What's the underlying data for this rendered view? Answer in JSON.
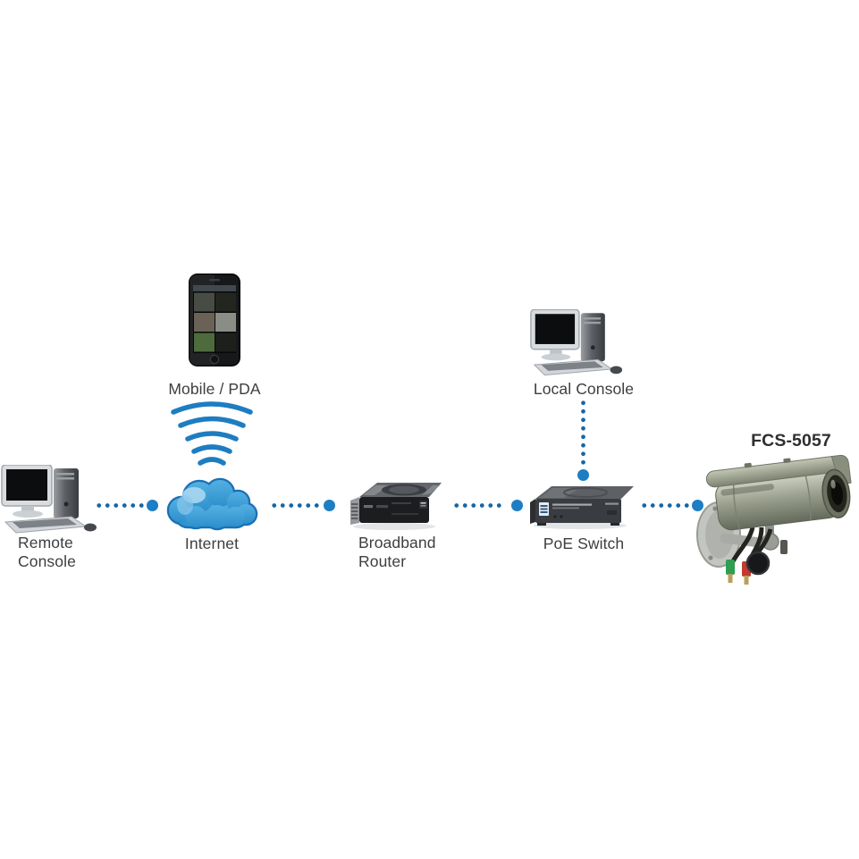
{
  "diagram": {
    "type": "network-topology",
    "product_model": "FCS-5057",
    "nodes": [
      {
        "id": "remote-console",
        "label": "Remote Console",
        "icon": "desktop-computer-icon"
      },
      {
        "id": "internet",
        "label": "Internet",
        "icon": "cloud-icon"
      },
      {
        "id": "mobile-pda",
        "label": "Mobile / PDA",
        "icon": "smartphone-icon"
      },
      {
        "id": "broadband-router",
        "label": "Broadband Router",
        "icon": "router-icon"
      },
      {
        "id": "local-console",
        "label": "Local Console",
        "icon": "desktop-computer-icon"
      },
      {
        "id": "poe-switch",
        "label": "PoE Switch",
        "icon": "poe-switch-icon"
      },
      {
        "id": "ip-camera",
        "label": "FCS-5057",
        "icon": "bullet-camera-icon"
      }
    ],
    "connections": [
      {
        "from": "remote-console",
        "to": "internet",
        "style": "dotted-line"
      },
      {
        "from": "internet",
        "to": "broadband-router",
        "style": "dotted-line"
      },
      {
        "from": "mobile-pda",
        "to": "internet",
        "style": "wireless-arcs"
      },
      {
        "from": "broadband-router",
        "to": "poe-switch",
        "style": "dotted-line"
      },
      {
        "from": "local-console",
        "to": "poe-switch",
        "style": "dotted-line"
      },
      {
        "from": "poe-switch",
        "to": "ip-camera",
        "style": "dotted-line"
      }
    ],
    "colors": {
      "background": "#ffffff",
      "dot_small": "#1566a6",
      "dot_large": "#1d7ec4",
      "cloud_fill": "#3d9fd6",
      "cloud_outline": "#1a70b5",
      "wifi_arc": "#1e7dc1",
      "label_text": "#3d3e40"
    }
  }
}
